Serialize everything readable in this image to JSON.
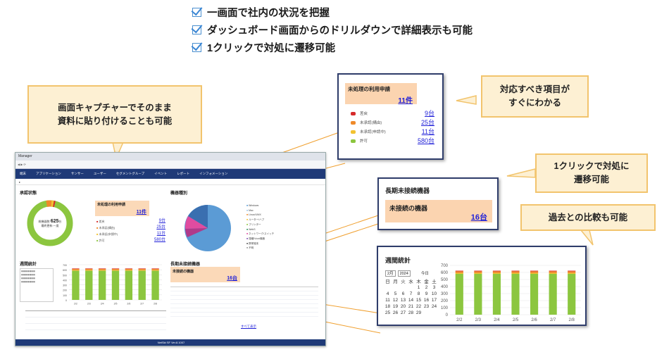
{
  "headlines": [
    "一画面で社内の状況を把握",
    "ダッシュボード画面からのドリルダウンで詳細表示も可能",
    "1クリックで対処に遷移可能"
  ],
  "callouts": {
    "capture": [
      "画面キャプチャーでそのまま",
      "資料に貼り付けることも可能"
    ],
    "items": [
      "対応すべき項目が",
      "すぐにわかる"
    ],
    "oneclick": [
      "1クリックで対処に",
      "遷移可能"
    ],
    "compare": "過去との比較も可能"
  },
  "pending_panel": {
    "title": "未処理の利用申請",
    "total": "11件",
    "rows": [
      {
        "label": "差戻",
        "value": "9台",
        "color": "#d62a2a"
      },
      {
        "label": "未承認(構由)",
        "value": "25台",
        "color": "#ef8a2a"
      },
      {
        "label": "未承認(申請中)",
        "value": "11台",
        "color": "#f2c230"
      },
      {
        "label": "許可",
        "value": "580台",
        "color": "#8cc63f"
      }
    ]
  },
  "unconnected_panel": {
    "title": "長期未接続機器",
    "label": "未接続の機器",
    "value": "16台"
  },
  "weekly_panel": {
    "title": "週間統計",
    "month": "2月",
    "year": "2024",
    "today": "今日",
    "cal_head": [
      "日",
      "月",
      "火",
      "水",
      "木",
      "金",
      "土"
    ],
    "cal_rows": [
      [
        "",
        "",
        "",
        "",
        "1",
        "2",
        "3"
      ],
      [
        "4",
        "5",
        "6",
        "7",
        "8",
        "9",
        "10"
      ],
      [
        "11",
        "12",
        "13",
        "14",
        "15",
        "16",
        "17"
      ],
      [
        "18",
        "19",
        "20",
        "21",
        "22",
        "23",
        "24"
      ],
      [
        "25",
        "26",
        "27",
        "28",
        "29",
        "",
        ""
      ]
    ]
  },
  "chart_data": {
    "type": "bar",
    "categories": [
      "2/2",
      "2/3",
      "2/4",
      "2/5",
      "2/6",
      "2/7",
      "2/8"
    ],
    "series": [
      {
        "name": "許可",
        "values": [
          580,
          580,
          580,
          580,
          580,
          580,
          580
        ],
        "color": "#8cc63f"
      },
      {
        "name": "未承認(申請中)",
        "values": [
          11,
          11,
          11,
          11,
          11,
          11,
          11
        ],
        "color": "#f2c230"
      },
      {
        "name": "未承認(構由)",
        "values": [
          25,
          25,
          25,
          25,
          25,
          25,
          25
        ],
        "color": "#ef8a2a"
      },
      {
        "name": "差戻",
        "values": [
          9,
          9,
          9,
          9,
          9,
          9,
          9
        ],
        "color": "#d62a2a"
      }
    ],
    "ylim": [
      0,
      700
    ],
    "yticks": [
      0,
      100,
      200,
      300,
      400,
      500,
      600,
      700
    ]
  },
  "screenshot": {
    "tab": "Manager",
    "nav": [
      "端末",
      "アプリケーション",
      "サンサー",
      "ユーザー",
      "セグメントグループ",
      "イベント",
      "レポート",
      "インフォメーション"
    ],
    "approval_title": "承認状態",
    "donut_label": "総機器数",
    "donut_value": "625",
    "donut_unit": "台",
    "donut_sub": "最終更新:一度",
    "mini_title": "未処理の利用申請",
    "mini_total": "11件",
    "mini_rows": [
      [
        "差戻",
        "9台"
      ],
      [
        "未承認(構由)",
        "25台"
      ],
      [
        "未承認(申請中)",
        "11台"
      ],
      [
        "許可",
        "580台"
      ]
    ],
    "type_title": "機器種別",
    "legend": [
      "Windows",
      "Mac",
      "Linux/UNIX",
      "ルーター/ハブ",
      "プリンター",
      "WebS",
      "ネットワーク/スイッチ",
      "運種/Vcon機器",
      "携帯端末",
      "不明"
    ],
    "weekly_title": "週間統計",
    "long_title": "長期未接続機器",
    "long_label": "未接続の機器",
    "long_value": "16台",
    "more": "すべて表示",
    "footer": "NetSkt SF Ver.8.1007"
  }
}
